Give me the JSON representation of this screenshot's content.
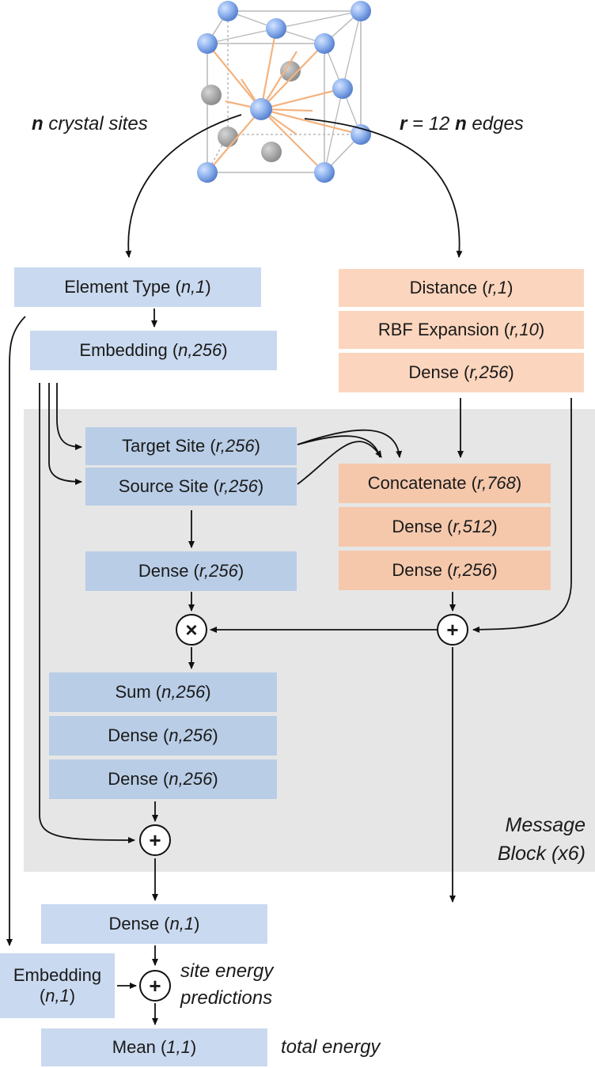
{
  "labels": {
    "sites_prefix": "n",
    "sites_text": " crystal sites",
    "edges_prefix": "r",
    "edges_mid": " = 12 ",
    "edges_n": "n",
    "edges_suffix": " edges",
    "message_block_line1": "Message",
    "message_block_line2": "Block (x6)",
    "site_energy_line1": "site energy",
    "site_energy_line2": "predictions",
    "total_energy": "total energy"
  },
  "boxes": {
    "element_type": {
      "name": "Element Type (",
      "dims": "n,1",
      "close": ")"
    },
    "embedding_top": {
      "name": "Embedding (",
      "dims": "n,256",
      "close": ")"
    },
    "distance": {
      "name": "Distance (",
      "dims": "r,1",
      "close": ")"
    },
    "rbf": {
      "name": "RBF Expansion (",
      "dims": "r,10",
      "close": ")"
    },
    "dense_edge": {
      "name": "Dense (",
      "dims": "r,256",
      "close": ")"
    },
    "target_site": {
      "name": "Target Site (",
      "dims": "r,256",
      "close": ")"
    },
    "source_site": {
      "name": "Source Site (",
      "dims": "r,256",
      "close": ")"
    },
    "concatenate": {
      "name": "Concatenate (",
      "dims": "r,768",
      "close": ")"
    },
    "dense_512": {
      "name": "Dense (",
      "dims": "r,512",
      "close": ")"
    },
    "dense_r256_right": {
      "name": "Dense (",
      "dims": "r,256",
      "close": ")"
    },
    "dense_r256_left": {
      "name": "Dense (",
      "dims": "r,256",
      "close": ")"
    },
    "sum": {
      "name": "Sum (",
      "dims": "n,256",
      "close": ")"
    },
    "dense_n256_a": {
      "name": "Dense (",
      "dims": "n,256",
      "close": ")"
    },
    "dense_n256_b": {
      "name": "Dense (",
      "dims": "n,256",
      "close": ")"
    },
    "dense_n1": {
      "name": "Dense (",
      "dims": "n,1",
      "close": ")"
    },
    "embedding_bottom": {
      "line1": "Embedding",
      "name": "(",
      "dims": "n,1",
      "close": ")"
    },
    "mean": {
      "name": "Mean (",
      "dims": "1,1",
      "close": ")"
    }
  },
  "ops": {
    "multiply": "×",
    "plus": "+"
  },
  "colors": {
    "blue_box": "#c9d9ef",
    "orange_box": "#fbd5bd",
    "message_block_bg": "#e6e6e6",
    "atom_blue": "#8fb3ee",
    "atom_gray": "#a6a6a6",
    "bond_orange": "#f4b37f"
  }
}
